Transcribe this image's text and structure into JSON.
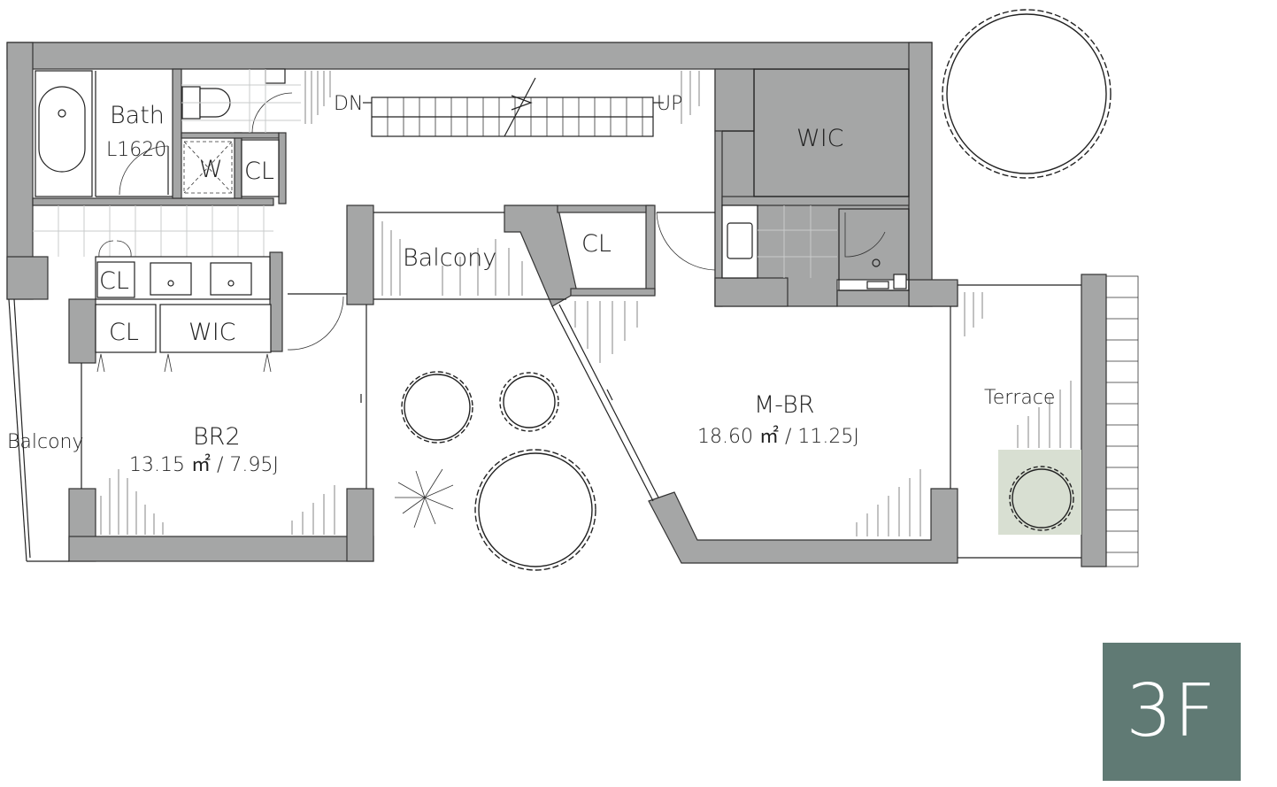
{
  "labels": {
    "bath": "Bath",
    "bath_size": "L1620",
    "w": "W",
    "cl_wc": "CL",
    "dn": "DN",
    "up": "UP",
    "wic_top": "WIC",
    "balcony_mid": "Balcony",
    "cl_mid": "CL",
    "cl_vanity": "CL",
    "cl_lower": "CL",
    "wic_lower": "WIC",
    "balcony_left": "Balcony",
    "br2_name": "BR2",
    "br2_area": "13.15 ㎡ / 7.95J",
    "mbr_name": "M-BR",
    "mbr_area": "18.60 ㎡ / 11.25J",
    "terrace": "Terrace"
  },
  "floor": {
    "label": "3F",
    "badge_color": "#607a74"
  },
  "colors": {
    "wall": "#a5a6a6",
    "planter": "#d8dfd2"
  }
}
